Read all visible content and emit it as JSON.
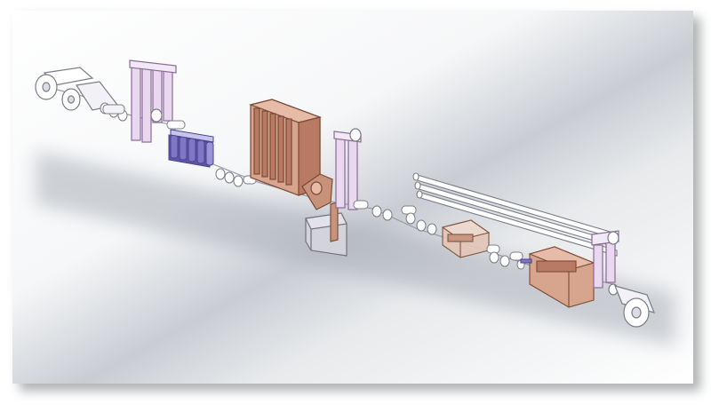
{
  "figure": {
    "kind": "isometric CAD render of a continuous processing line",
    "colors": {
      "background_top": "#ffffff",
      "background_band": "#c9cdd3",
      "frame_shadow": "#8c8f93",
      "roller_fill": "#ffffff",
      "roller_stroke": "#7d7d8a",
      "tower_fill": "#ead7f0",
      "tower_stroke": "#8a6c96",
      "blue_tank_fill": "#7f77c6",
      "blue_tank_stroke": "#4b438c",
      "copper_fill": "#c8917a",
      "copper_stroke": "#7a4a35",
      "grey_tank_fill": "#c9c9d2",
      "grey_tank_stroke": "#6e6e78"
    },
    "components": [
      {
        "name": "unwind-reel"
      },
      {
        "name": "entry-accumulator-tower"
      },
      {
        "name": "blue-tank-bank",
        "count": 5
      },
      {
        "name": "copper-furnace"
      },
      {
        "name": "quench-tank"
      },
      {
        "name": "vertical-looper"
      },
      {
        "name": "roller-deck"
      },
      {
        "name": "small-copper-tank"
      },
      {
        "name": "long-copper-tank"
      },
      {
        "name": "exit-tower"
      },
      {
        "name": "rewind-reel"
      }
    ]
  }
}
